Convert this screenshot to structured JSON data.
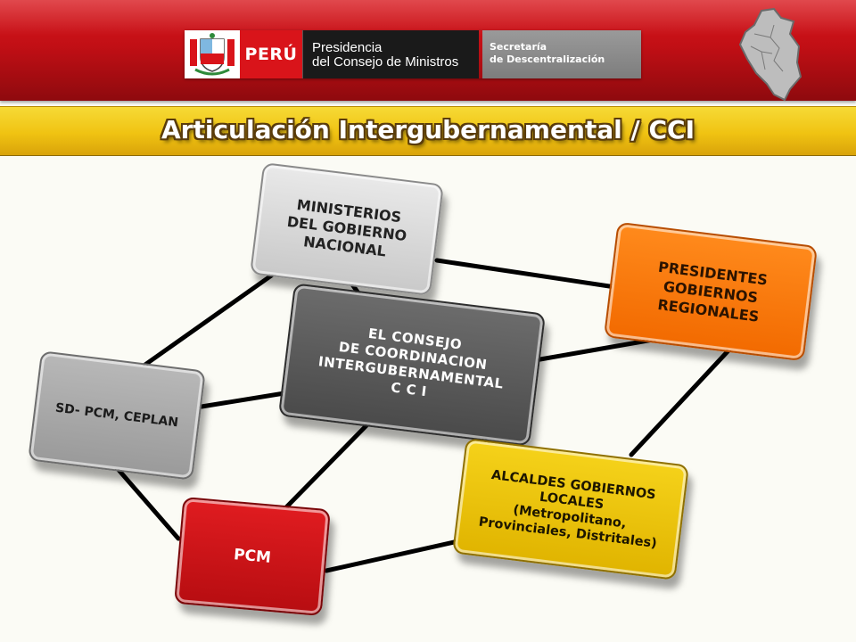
{
  "header": {
    "brand": "PERÚ",
    "org_line1": "Presidencia",
    "org_line2": "del Consejo de Ministros",
    "dept_line1": "Secretaría",
    "dept_line2": "de Descentralización"
  },
  "title": "Articulación Intergubernamental /  CCI",
  "nodes": {
    "ministerios": [
      "MINISTERIOS",
      "DEL GOBIERNO",
      "NACIONAL"
    ],
    "presidentes": [
      "PRESIDENTES",
      "GOBIERNOS",
      "REGIONALES"
    ],
    "consejo": [
      "EL CONSEJO",
      "DE COORDINACION",
      "INTERGUBERNAMENTAL",
      "C C I"
    ],
    "sd": [
      "SD- PCM, CEPLAN"
    ],
    "alcaldes": [
      "ALCALDES GOBIERNOS",
      "LOCALES",
      "(Metropolitano,",
      "Provinciales, Distritales)"
    ],
    "pcm": [
      "PCM"
    ]
  },
  "colors": {
    "header_red": "#c20f15",
    "title_yellow": "#f0c312",
    "node_gray_light": "#d6d6d6",
    "node_orange": "#f57200",
    "node_dark": "#555555",
    "node_gray": "#a8a8a8",
    "node_yellow": "#e9c00a",
    "node_red": "#c8141a",
    "connector": "#000000"
  }
}
